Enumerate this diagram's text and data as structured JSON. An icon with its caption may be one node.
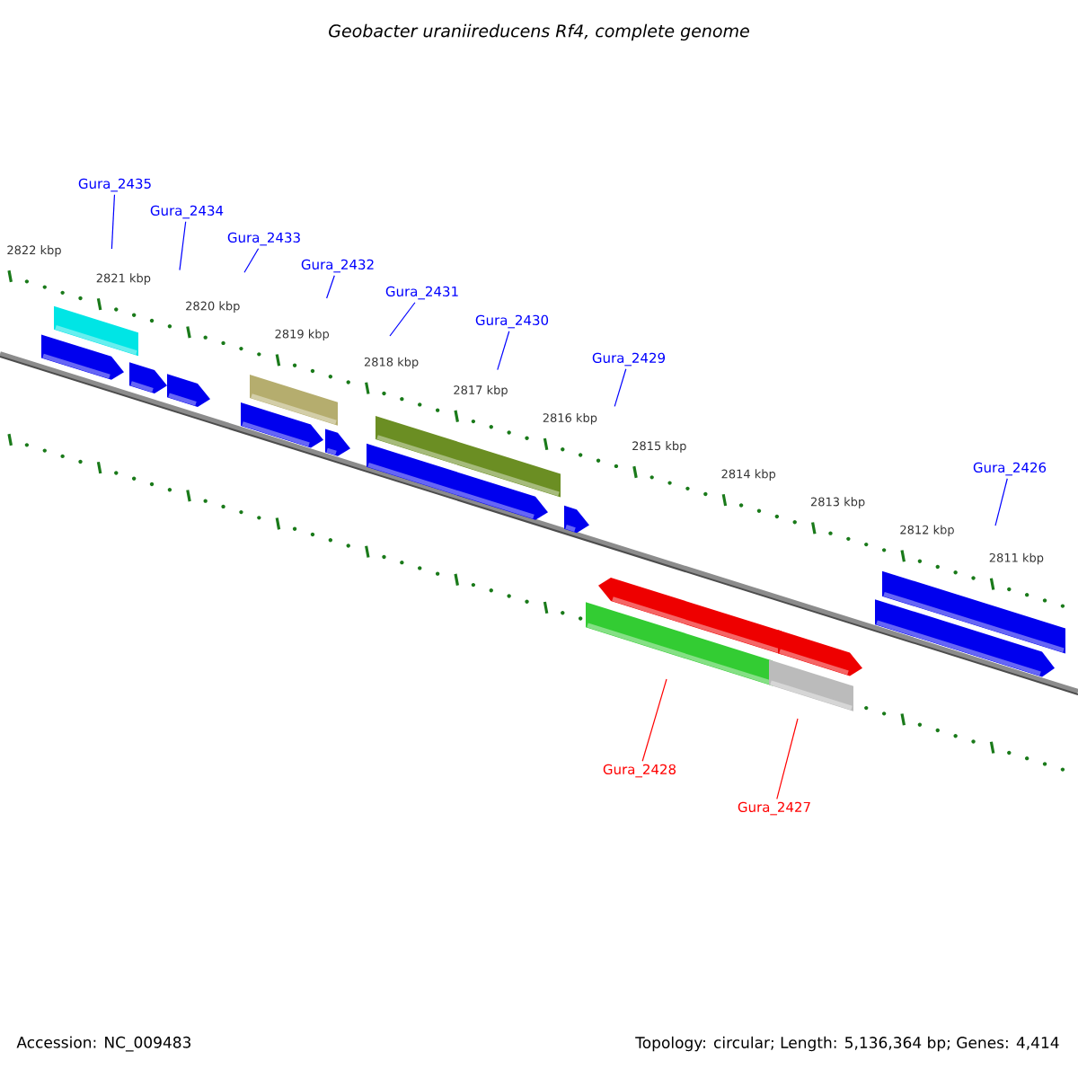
{
  "diagram": {
    "title": "Geobacter uraniireducens Rf4, complete genome",
    "nodes": [
      {
        "text": [
          "Gura_2435"
        ]
      },
      {
        "text": [
          "Gura_2434"
        ]
      },
      {
        "text": [
          "Gura_2433"
        ]
      },
      {
        "text": [
          "Gura_2432"
        ]
      },
      {
        "text": [
          "Gura_2431"
        ]
      },
      {
        "text": [
          "Gura_2430"
        ]
      },
      {
        "text": [
          "Gura_2429"
        ]
      },
      {
        "text": [
          "Gura_2426"
        ]
      },
      {
        "text": [
          "Gura_2428"
        ]
      },
      {
        "text": [
          "Gura_2427"
        ]
      }
    ],
    "edges": [
      {
        "from": 0,
        "to": null,
        "arrow": "none"
      },
      {
        "from": 1,
        "to": null,
        "arrow": "none"
      },
      {
        "from": 2,
        "to": null,
        "arrow": "none"
      },
      {
        "from": 3,
        "to": null,
        "arrow": "none"
      },
      {
        "from": 4,
        "to": null,
        "arrow": "none"
      },
      {
        "from": 5,
        "to": null,
        "arrow": "none"
      },
      {
        "from": 6,
        "to": null,
        "arrow": "none"
      },
      {
        "from": 7,
        "to": null,
        "arrow": "none"
      },
      {
        "from": 8,
        "to": null,
        "arrow": "none",
        "color": "#ff0000"
      },
      {
        "from": 9,
        "to": null,
        "arrow": "none",
        "color": "#ff0000"
      }
    ],
    "labels": [
      "2822 kbp",
      "2821 kbp",
      "2820 kbp",
      "2819 kbp",
      "2818 kbp",
      "2817 kbp",
      "2816 kbp",
      "2815 kbp",
      "2814 kbp",
      "2813 kbp",
      "2812 kbp",
      "2811 kbp",
      "Accession: NC_009483",
      "Topology: circular; Length: 5,136,364 bp; Genes: 4,414"
    ]
  }
}
